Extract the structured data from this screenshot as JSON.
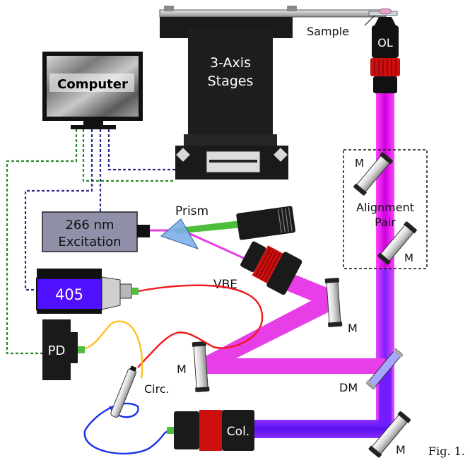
{
  "diagram": {
    "labels": {
      "sample": "Sample",
      "objective": "OL",
      "stages": "3-Axis Stages",
      "stages_line1": "3-Axis",
      "stages_line2": "Stages",
      "computer": "Computer",
      "prism": "Prism",
      "excitation_line1": "266 nm",
      "excitation_line2": "Excitation",
      "alignment_line1": "Alignment",
      "alignment_line2": "Pair",
      "mirror": "M",
      "vbe": "VBE",
      "laser405": "405",
      "pd": "PD",
      "circulator": "Circ.",
      "collimator": "Col.",
      "dichroic": "DM"
    },
    "caption": "Fig. 1.",
    "colors": {
      "uv_beam": "#e83ee8",
      "uv_beam_dark": "#b800c8",
      "violet_beam": "#7a22ff",
      "green_beam": "#4cbe3c",
      "fiber_red": "#f01818",
      "fiber_yellow": "#ffc020",
      "fiber_blue": "#1830e8",
      "cable_green": "#2a8a2a",
      "cable_navy": "#2a2a8a",
      "laser405": "#5010ff",
      "objective_red": "#cc1010",
      "excitation_box": "#9090a8"
    }
  }
}
